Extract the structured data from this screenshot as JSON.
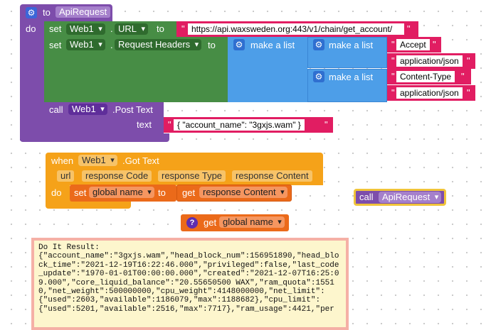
{
  "procedure": {
    "to_label": "to",
    "name": "ApiRequest",
    "do_label": "do",
    "set_url": {
      "set_label": "set",
      "component": "Web1",
      "dot": ".",
      "property": "URL",
      "to_label": "to",
      "value": "https://api.waxsweden.org:443/v1/chain/get_account/"
    },
    "set_headers": {
      "set_label": "set",
      "component": "Web1",
      "dot": ".",
      "property": "Request Headers",
      "to_label": "to",
      "make_list_label": "make a list",
      "pairs": [
        {
          "make_list_label": "make a list",
          "key": "Accept",
          "value": "application/json"
        },
        {
          "make_list_label": "make a list",
          "key": "Content-Type",
          "value": "application/json"
        }
      ]
    },
    "call_post": {
      "call_label": "call",
      "component": "Web1",
      "method": ".Post Text",
      "text_label": "text",
      "text_value": "{ \"account_name\": \"3gxjs.wam\" }"
    }
  },
  "event": {
    "when_label": "when",
    "component": "Web1",
    "event_name": ".Got Text",
    "params": [
      "url",
      "response Code",
      "response Type",
      "response Content"
    ],
    "do_label": "do",
    "set_label": "set",
    "variable": "global name",
    "to_label": "to",
    "get_label": "get",
    "get_variable": "response Content"
  },
  "call_block": {
    "call_label": "call",
    "procedure": "ApiRequest"
  },
  "get_block": {
    "badge": "?",
    "get_label": "get",
    "variable": "global name"
  },
  "result": {
    "text": "Do It Result:\n{\"account_name\":\"3gxjs.wam\",\"head_block_num\":156951890,\"head_block_time\":\"2021-12-19T16:22:46.000\",\"privileged\":false,\"last_code_update\":\"1970-01-01T00:00:00.000\",\"created\":\"2021-12-07T16:25:09.000\",\"core_liquid_balance\":\"20.55650500 WAX\",\"ram_quota\":15510,\"net_weight\":500000000,\"cpu_weight\":4148000000,\"net_limit\":\n{\"used\":2603,\"available\":1186079,\"max\":1188682},\"cpu_limit\":\n{\"used\":5201,\"available\":2516,\"max\":7717},\"ram_usage\":4421,\"per"
  },
  "colors": {
    "procedure": "#7d4dab",
    "component_set": "#478d45",
    "list": "#4d9ee8",
    "text": "#e11d62",
    "event": "#f5a219",
    "variable": "#eb6a1a"
  }
}
